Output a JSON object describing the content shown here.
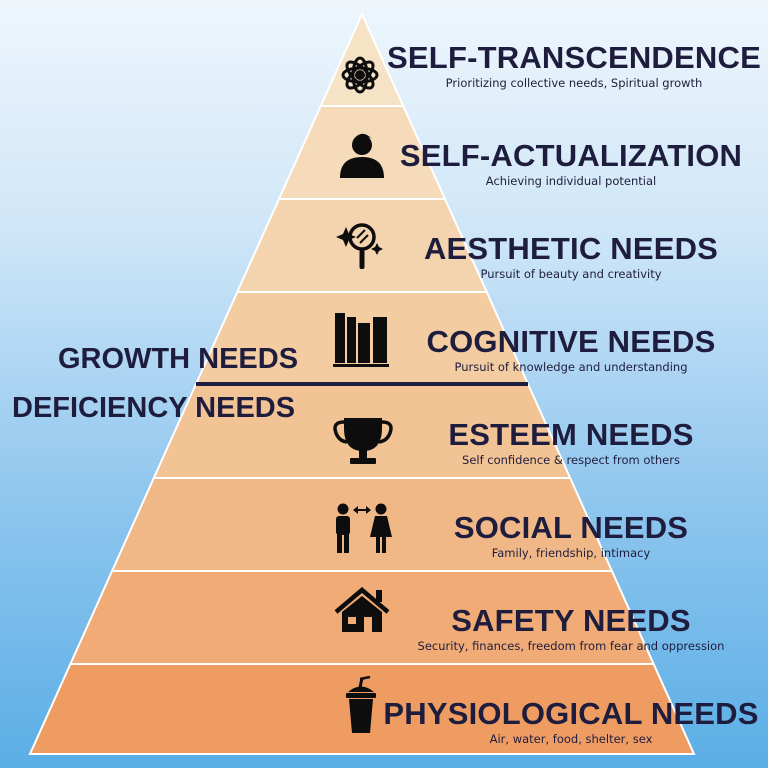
{
  "levels": [
    {
      "title": "SELF-TRANSCENDENCE",
      "subtitle": "Prioritizing collective needs, Spiritual growth",
      "icon": "lotus-icon",
      "color": "#f6e3c6"
    },
    {
      "title": "SELF-ACTUALIZATION",
      "subtitle": "Achieving individual potential",
      "icon": "person-icon",
      "color": "#f5dbb9"
    },
    {
      "title": "AESTHETIC NEEDS",
      "subtitle": "Pursuit of beauty and creativity",
      "icon": "hand-mirror-icon",
      "color": "#f4d4ae"
    },
    {
      "title": "COGNITIVE NEEDS",
      "subtitle": "Pursuit of knowledge and understanding",
      "icon": "books-icon",
      "color": "#f3cca1"
    },
    {
      "title": "ESTEEM NEEDS",
      "subtitle": "Self confidence & respect from others",
      "icon": "trophy-icon",
      "color": "#f2c395"
    },
    {
      "title": "SOCIAL NEEDS",
      "subtitle": "Family, friendship, intimacy",
      "icon": "couple-icon",
      "color": "#f1b887"
    },
    {
      "title": "SAFETY NEEDS",
      "subtitle": "Security, finances, freedom from fear and oppression",
      "icon": "house-icon",
      "color": "#f0ab76"
    },
    {
      "title": "PHYSIOLOGICAL NEEDS",
      "subtitle": "Air, water, food, shelter, sex",
      "icon": "drink-cup-icon",
      "color": "#ef9c63"
    }
  ],
  "divider": {
    "upper_label": "GROWTH NEEDS",
    "lower_label": "DEFICIENCY NEEDS",
    "color": "#1f1d3d"
  }
}
